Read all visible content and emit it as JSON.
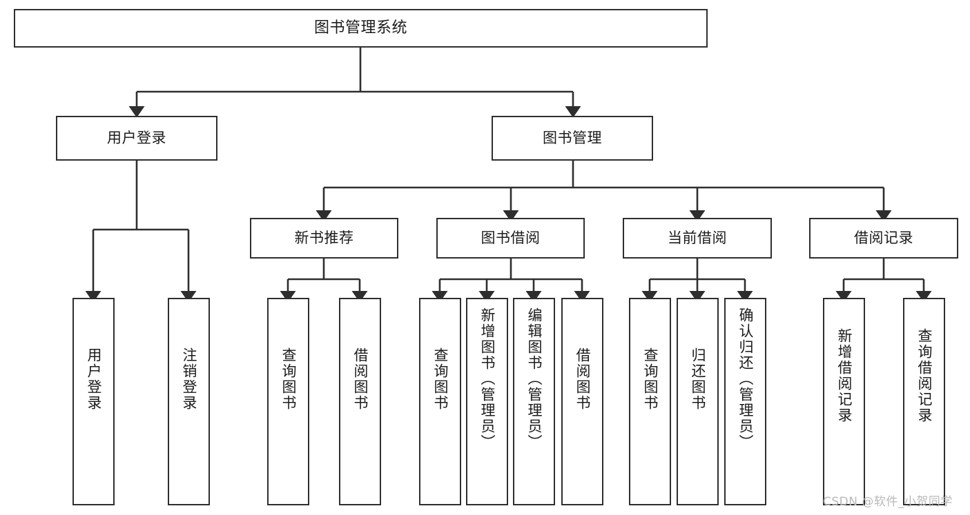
{
  "diagram": {
    "title": "图书管理系统",
    "type": "tree-hierarchy",
    "orientation": "top-down",
    "colors": {
      "box_border": "#2e2e2e",
      "box_fill": "#ffffff",
      "edge": "#2e2e2e",
      "page_background": "#ffffff",
      "watermark": "#b9b9b9"
    }
  },
  "nodes": {
    "root": {
      "label": "图书管理系统",
      "level": 1,
      "text_direction": "horizontal"
    },
    "level2": [
      {
        "id": "user-login",
        "label": "用户登录",
        "text_direction": "horizontal"
      },
      {
        "id": "book-manage",
        "label": "图书管理",
        "text_direction": "horizontal"
      }
    ],
    "level3": [
      {
        "id": "new-book-recommend",
        "label": "新书推荐",
        "parent": "book-manage",
        "text_direction": "horizontal"
      },
      {
        "id": "book-borrow",
        "label": "图书借阅",
        "parent": "book-manage",
        "text_direction": "horizontal"
      },
      {
        "id": "current-borrow",
        "label": "当前借阅",
        "parent": "book-manage",
        "text_direction": "horizontal"
      },
      {
        "id": "borrow-record",
        "label": "借阅记录",
        "parent": "book-manage",
        "text_direction": "horizontal"
      }
    ],
    "leaves": [
      {
        "id": "leaf-user-login",
        "label": "用户登录",
        "parent": "user-login",
        "text_direction": "vertical"
      },
      {
        "id": "leaf-user-logout",
        "label": "注销登录",
        "parent": "user-login",
        "text_direction": "vertical"
      },
      {
        "id": "leaf-query-book-1",
        "label": "查询图书",
        "parent": "new-book-recommend",
        "text_direction": "vertical"
      },
      {
        "id": "leaf-borrow-book-1",
        "label": "借阅图书",
        "parent": "new-book-recommend",
        "text_direction": "vertical"
      },
      {
        "id": "leaf-query-book-2",
        "label": "查询图书",
        "parent": "book-borrow",
        "text_direction": "vertical"
      },
      {
        "id": "leaf-add-book",
        "label": "新增图书（管理员）",
        "parent": "book-borrow",
        "text_direction": "vertical"
      },
      {
        "id": "leaf-edit-book",
        "label": "编辑图书（管理员）",
        "parent": "book-borrow",
        "text_direction": "vertical"
      },
      {
        "id": "leaf-borrow-book-2",
        "label": "借阅图书",
        "parent": "book-borrow",
        "text_direction": "vertical"
      },
      {
        "id": "leaf-query-book-3",
        "label": "查询图书",
        "parent": "current-borrow",
        "text_direction": "vertical"
      },
      {
        "id": "leaf-return-book",
        "label": "归还图书",
        "parent": "current-borrow",
        "text_direction": "vertical"
      },
      {
        "id": "leaf-confirm-return",
        "label": "确认归还（管理员）",
        "parent": "current-borrow",
        "text_direction": "vertical"
      },
      {
        "id": "leaf-add-record",
        "label": "新增借阅记录",
        "parent": "borrow-record",
        "text_direction": "vertical"
      },
      {
        "id": "leaf-query-record",
        "label": "查询借阅记录",
        "parent": "borrow-record",
        "text_direction": "vertical"
      }
    ]
  },
  "watermark": {
    "text": "CSDN @软件_小贺同学"
  }
}
